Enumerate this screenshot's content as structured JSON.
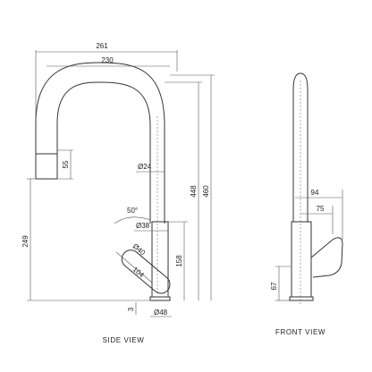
{
  "views": {
    "side": {
      "caption": "SIDE VIEW"
    },
    "front": {
      "caption": "FRONT VIEW"
    }
  },
  "dimensions": {
    "overall_reach": "261",
    "spout_reach": "230",
    "spray_head_length": "55",
    "spout_diameter": "Ø24",
    "lever_angle": "50°",
    "body_diameter": "Ø38",
    "handle_diameter": "Ø40",
    "handle_length": "104",
    "body_height": "158",
    "spout_height": "448",
    "overall_height": "460",
    "height_to_outlet": "249",
    "base_gap": "3",
    "base_diameter": "Ø48",
    "front_handle_reach": "94",
    "front_body_reach": "75",
    "front_lever_height": "67"
  }
}
